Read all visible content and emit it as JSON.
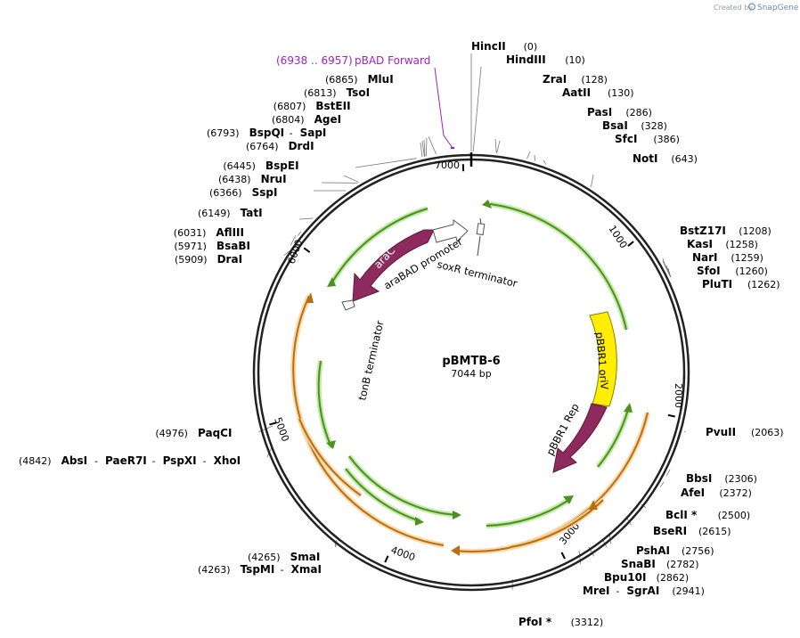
{
  "plasmid": {
    "name": "pBMTB-6",
    "size_label": "7044 bp",
    "length_bp": 7044
  },
  "credit": {
    "prefix": "Created by",
    "brand": "SnapGene"
  },
  "ticks": [
    {
      "pos": 1000,
      "label": "1000"
    },
    {
      "pos": 2000,
      "label": "2000"
    },
    {
      "pos": 3000,
      "label": "3000"
    },
    {
      "pos": 4000,
      "label": "4000"
    },
    {
      "pos": 5000,
      "label": "5000"
    },
    {
      "pos": 6000,
      "label": "6000"
    },
    {
      "pos": 7000,
      "label": "7000"
    }
  ],
  "primer": {
    "name": "pBAD Forward",
    "range": "(6938 .. 6957)",
    "start": 6938,
    "end": 6957,
    "color": "#a020c8"
  },
  "features": {
    "araC": {
      "label": "araC",
      "color": "#8e2a5e"
    },
    "araBAD_promoter": {
      "label": "araBAD promoter"
    },
    "soxR_terminator": {
      "label": "soxR terminator"
    },
    "tonB_terminator": {
      "label": "tonB terminator"
    },
    "pBBR1_oriV": {
      "label": "pBBR1 oriV",
      "color": "#ffee00"
    },
    "pBBR1_Rep": {
      "label": "pBBR1 Rep",
      "color": "#8e2a5e"
    }
  },
  "colors": {
    "orf_green": "#5aa12a",
    "orf_orange": "#d9891f",
    "backbone": "#222222"
  },
  "sites": [
    {
      "line": [
        {
          "name": "HincII"
        }
      ],
      "pos": "(0)",
      "bp": 0
    },
    {
      "line": [
        {
          "name": "HindIII"
        }
      ],
      "pos": "(10)",
      "bp": 10
    },
    {
      "line": [
        {
          "name": "ZraI"
        }
      ],
      "pos": "(128)",
      "bp": 128
    },
    {
      "line": [
        {
          "name": "AatII"
        }
      ],
      "pos": "(130)",
      "bp": 130
    },
    {
      "line": [
        {
          "name": "PasI"
        }
      ],
      "pos": "(286)",
      "bp": 286
    },
    {
      "line": [
        {
          "name": "BsaI"
        }
      ],
      "pos": "(328)",
      "bp": 328
    },
    {
      "line": [
        {
          "name": "SfcI"
        }
      ],
      "pos": "(386)",
      "bp": 386
    },
    {
      "line": [
        {
          "name": "NotI"
        }
      ],
      "pos": "(643)",
      "bp": 643
    },
    {
      "line": [
        {
          "name": "BstZ17I"
        }
      ],
      "pos": "(1208)",
      "bp": 1208
    },
    {
      "line": [
        {
          "name": "KasI"
        }
      ],
      "pos": "(1258)",
      "bp": 1258
    },
    {
      "line": [
        {
          "name": "NarI"
        }
      ],
      "pos": "(1259)",
      "bp": 1259
    },
    {
      "line": [
        {
          "name": "SfoI"
        }
      ],
      "pos": "(1260)",
      "bp": 1260
    },
    {
      "line": [
        {
          "name": "PluTI"
        }
      ],
      "pos": "(1262)",
      "bp": 1262
    },
    {
      "line": [
        {
          "name": "PvuII"
        }
      ],
      "pos": "(2063)",
      "bp": 2063
    },
    {
      "line": [
        {
          "name": "BbsI"
        }
      ],
      "pos": "(2306)",
      "bp": 2306
    },
    {
      "line": [
        {
          "name": "AfeI"
        }
      ],
      "pos": "(2372)",
      "bp": 2372
    },
    {
      "line": [
        {
          "name": "BclI *"
        }
      ],
      "pos": "(2500)",
      "bp": 2500
    },
    {
      "line": [
        {
          "name": "BseRI"
        }
      ],
      "pos": "(2615)",
      "bp": 2615
    },
    {
      "line": [
        {
          "name": "PshAI"
        }
      ],
      "pos": "(2756)",
      "bp": 2756
    },
    {
      "line": [
        {
          "name": "SnaBI"
        }
      ],
      "pos": "(2782)",
      "bp": 2782
    },
    {
      "line": [
        {
          "name": "Bpu10I"
        }
      ],
      "pos": "(2862)",
      "bp": 2862
    },
    {
      "line": [
        {
          "name": "MreI"
        },
        {
          "name": "SgrAI"
        }
      ],
      "pos": "(2941)",
      "bp": 2941
    },
    {
      "line": [
        {
          "name": "PfoI *"
        }
      ],
      "pos": "(3312)",
      "bp": 3312
    },
    {
      "line": [
        {
          "name": "SmaI"
        }
      ],
      "pos": "(4265)",
      "bp": 4265
    },
    {
      "line": [
        {
          "name": "TspMI"
        },
        {
          "name": "XmaI"
        }
      ],
      "pos": "(4263)",
      "bp": 4263
    },
    {
      "line": [
        {
          "name": "AbsI"
        },
        {
          "name": "PaeR7I"
        },
        {
          "name": "PspXI"
        },
        {
          "name": "XhoI"
        }
      ],
      "pos": "(4842)",
      "bp": 4842
    },
    {
      "line": [
        {
          "name": "PaqCI"
        }
      ],
      "pos": "(4976)",
      "bp": 4976
    },
    {
      "line": [
        {
          "name": "DraI"
        }
      ],
      "pos": "(5909)",
      "bp": 5909
    },
    {
      "line": [
        {
          "name": "BsaBI"
        }
      ],
      "pos": "(5971)",
      "bp": 5971
    },
    {
      "line": [
        {
          "name": "AflIII"
        }
      ],
      "pos": "(6031)",
      "bp": 6031
    },
    {
      "line": [
        {
          "name": "TatI"
        }
      ],
      "pos": "(6149)",
      "bp": 6149
    },
    {
      "line": [
        {
          "name": "SspI"
        }
      ],
      "pos": "(6366)",
      "bp": 6366
    },
    {
      "line": [
        {
          "name": "NruI"
        }
      ],
      "pos": "(6438)",
      "bp": 6438
    },
    {
      "line": [
        {
          "name": "BspEI"
        }
      ],
      "pos": "(6445)",
      "bp": 6445
    },
    {
      "line": [
        {
          "name": "DrdI"
        }
      ],
      "pos": "(6764)",
      "bp": 6764
    },
    {
      "line": [
        {
          "name": "BspQI"
        },
        {
          "name": "SapI"
        }
      ],
      "pos": "(6793)",
      "bp": 6793
    },
    {
      "line": [
        {
          "name": "AgeI"
        }
      ],
      "pos": "(6804)",
      "bp": 6804
    },
    {
      "line": [
        {
          "name": "BstEII"
        }
      ],
      "pos": "(6807)",
      "bp": 6807
    },
    {
      "line": [
        {
          "name": "TsoI"
        }
      ],
      "pos": "(6813)",
      "bp": 6813
    },
    {
      "line": [
        {
          "name": "MluI"
        }
      ],
      "pos": "(6865)",
      "bp": 6865
    }
  ]
}
